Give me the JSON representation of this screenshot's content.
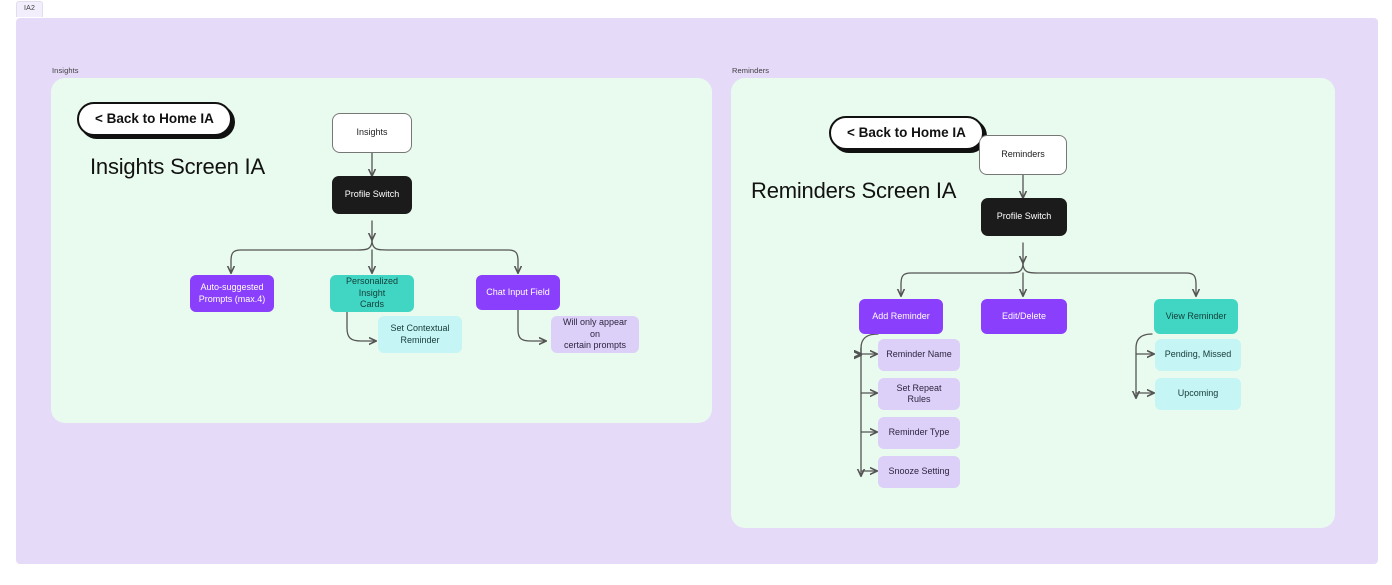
{
  "browser": {
    "tab_label": "IA2"
  },
  "canvas": {
    "background_color": "#e6daf9"
  },
  "colors": {
    "frame_bg": "#e9fbee",
    "purple": "#8a3ffc",
    "teal": "#41d6c3",
    "light_lavender": "#ddd0f8",
    "light_cyan": "#c5f5f4",
    "dark": "#1b1b1b",
    "connector": "#555555"
  },
  "frames": [
    {
      "label": "Insights",
      "back_button": "< Back to Home IA",
      "title": "Insights Screen IA",
      "nodes": [
        {
          "id": "insights-root",
          "label": "Insights",
          "style": "white"
        },
        {
          "id": "profile-switch",
          "label": "Profile Switch",
          "style": "dark"
        },
        {
          "id": "auto-prompts",
          "label": "Auto-suggested\nPrompts (max.4)",
          "style": "purple"
        },
        {
          "id": "insight-cards",
          "label": "Personalized Insight\nCards",
          "style": "teal"
        },
        {
          "id": "chat-input",
          "label": "Chat Input Field",
          "style": "purple"
        },
        {
          "id": "contextual-rem",
          "label": "Set Contextual\nReminder",
          "style": "cyan"
        },
        {
          "id": "prompt-note",
          "label": "Will only appear on\ncertain prompts",
          "style": "lavender"
        }
      ]
    },
    {
      "label": "Reminders",
      "back_button": "< Back to Home IA",
      "title": "Reminders Screen IA",
      "nodes": [
        {
          "id": "reminders-root",
          "label": "Reminders",
          "style": "white"
        },
        {
          "id": "profile-switch",
          "label": "Profile Switch",
          "style": "dark"
        },
        {
          "id": "add-reminder",
          "label": "Add Reminder",
          "style": "purple"
        },
        {
          "id": "edit-delete",
          "label": "Edit/Delete",
          "style": "purple"
        },
        {
          "id": "view-reminder",
          "label": "View Reminder",
          "style": "teal"
        },
        {
          "id": "reminder-name",
          "label": "Reminder Name",
          "style": "lavender"
        },
        {
          "id": "repeat-rules",
          "label": "Set Repeat Rules",
          "style": "lavender"
        },
        {
          "id": "reminder-type",
          "label": "Reminder Type",
          "style": "lavender"
        },
        {
          "id": "snooze-setting",
          "label": "Snooze Setting",
          "style": "lavender"
        },
        {
          "id": "pending-missed",
          "label": "Pending, Missed",
          "style": "cyan"
        },
        {
          "id": "upcoming",
          "label": "Upcoming",
          "style": "cyan"
        }
      ]
    }
  ]
}
